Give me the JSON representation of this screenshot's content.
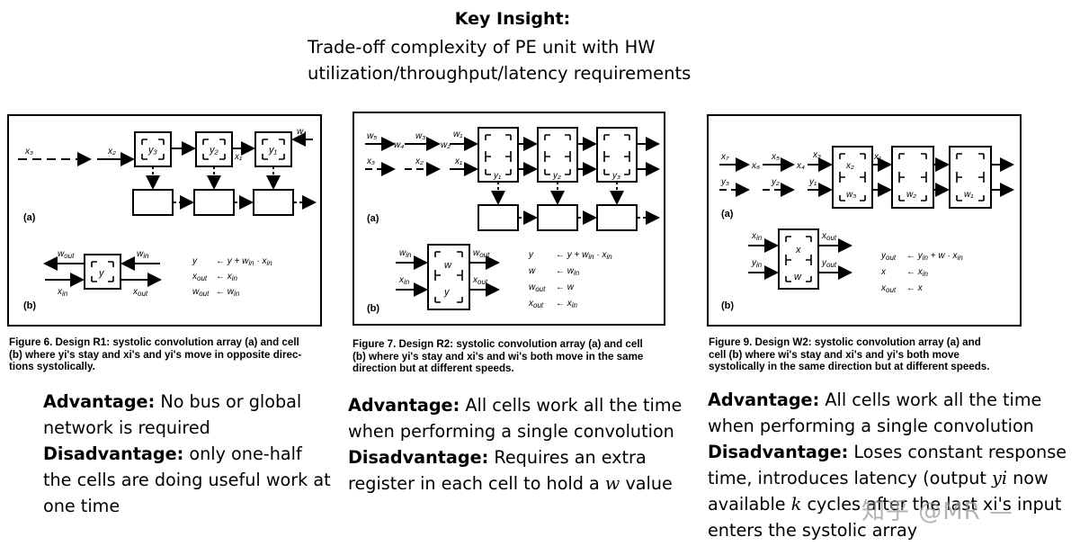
{
  "header": {
    "title": "Key Insight:",
    "subtitle_line1": "Trade-off complexity of PE unit with HW",
    "subtitle_line2": "utilization/throughput/latency requirements"
  },
  "figures": [
    {
      "caption": "Figure 6. Design R1: systolic convolution array (a) and cell (b) where yi's stay and xi's and yi's move in opposite directions systolically.",
      "caption_lines": [
        "Figure 6. Design R1: systolic convolution array (a) and cell",
        "(b) where yi's stay and xi's and yi's move in opposite direc-",
        "tions systolically."
      ],
      "part_a": "(a)",
      "part_b": "(b)",
      "array_inputs": [
        "x3",
        "x2",
        "x1",
        "w1"
      ],
      "cells": [
        "y3",
        "y2",
        "y1"
      ],
      "cell_b_label": "y",
      "ports": [
        "wout",
        "win",
        "xin",
        "xout"
      ],
      "equations": [
        {
          "lhs": "y",
          "rhs": "y + win · xin"
        },
        {
          "lhs": "xout",
          "rhs": "xin"
        },
        {
          "lhs": "wout",
          "rhs": "win"
        }
      ],
      "advantage_label": "Advantage:",
      "advantage": "No bus or global network is required",
      "disadvantage_label": "Disadvantage:",
      "disadvantage": "only one-half the cells are doing useful work at one time"
    },
    {
      "caption_lines": [
        "Figure 7. Design R2: systolic convolution array (a) and cell",
        "(b) where yi's stay and xi's and wi's both move in the same",
        "direction but at different speeds."
      ],
      "part_a": "(a)",
      "part_b": "(b)",
      "array_inputs": [
        "w5",
        "w4",
        "w3",
        "w2",
        "w1",
        "x3",
        "x2",
        "x1"
      ],
      "cells": [
        "y1",
        "y2",
        "y3"
      ],
      "cell_b_labels": [
        "w",
        "y"
      ],
      "ports": [
        "win",
        "wout",
        "xin",
        "xout"
      ],
      "equations": [
        {
          "lhs": "y",
          "rhs": "y + win · xin"
        },
        {
          "lhs": "w",
          "rhs": "win"
        },
        {
          "lhs": "wout",
          "rhs": "w"
        },
        {
          "lhs": "xout",
          "rhs": "xin"
        }
      ],
      "advantage_label": "Advantage:",
      "advantage": "All cells work all the time when performing a single convolution",
      "disadvantage_label": "Disadvantage:",
      "disadvantage_pre": "Requires an extra register in each cell to hold a ",
      "disadvantage_var": "w",
      "disadvantage_post": " value"
    },
    {
      "caption_lines": [
        "Figure 9. Design W2: systolic convolution array (a) and",
        "cell (b) where wi's stay and xi's and yi's both move",
        "systolically in the same direction but at different speeds."
      ],
      "part_a": "(a)",
      "part_b": "(b)",
      "array_inputs": [
        "x7",
        "x6",
        "x5",
        "x4",
        "x3",
        "y3",
        "y2",
        "y1",
        "x1"
      ],
      "cells": [
        "x2 w3",
        "w2",
        "w1"
      ],
      "ports": [
        "xin",
        "xout",
        "yin",
        "yout"
      ],
      "cell_b_labels": [
        "x",
        "w"
      ],
      "equations": [
        {
          "lhs": "yout",
          "rhs": "yin + w · xin"
        },
        {
          "lhs": "x",
          "rhs": "xin"
        },
        {
          "lhs": "xout",
          "rhs": "x"
        }
      ],
      "advantage_label": "Advantage:",
      "advantage": "All cells work all the time when performing a single convolution",
      "disadvantage_label": "Disadvantage:",
      "disadvantage_pre": "Loses constant response time, introduces latency (output ",
      "disadvantage_var1": "yi",
      "disadvantage_mid": " now available ",
      "disadvantage_var2": "k",
      "disadvantage_post": " cycles after the last xi's input enters the systolic array"
    }
  ],
  "watermark": "知乎 @MR —"
}
